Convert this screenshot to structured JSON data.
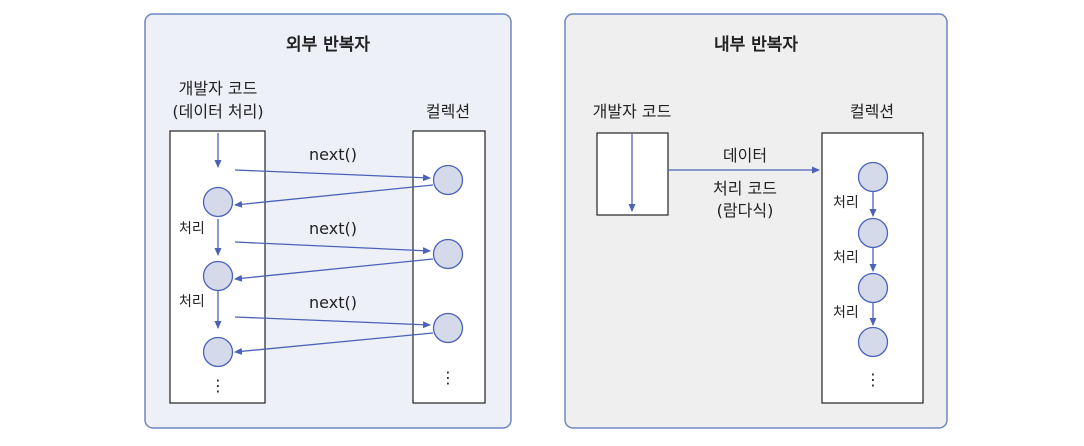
{
  "outer": {
    "title": "외부 반복자",
    "dev_code_line1": "개발자 코드",
    "dev_code_line2": "(데이터  처리)",
    "collection_label": "컬렉션",
    "next_labels": [
      "next()",
      "next()",
      "next()"
    ],
    "process_labels": [
      "처리",
      "처리"
    ],
    "ellipsis": "⋮"
  },
  "inner": {
    "title": "내부 반복자",
    "dev_code_label": "개발자 코드",
    "collection_label": "컬렉션",
    "arrow_label_line1": "데이터",
    "arrow_label_line2": "처리 코드",
    "arrow_label_line3": "(람다식)",
    "process_labels": [
      "처리",
      "처리",
      "처리"
    ],
    "ellipsis": "⋮"
  },
  "colors": {
    "outer_panel_bg": "#eef0f8",
    "inner_panel_bg": "#efefef",
    "panel_border": "#6f86c4",
    "circle_fill": "#d5daea",
    "arrow": "#4a62b8"
  }
}
